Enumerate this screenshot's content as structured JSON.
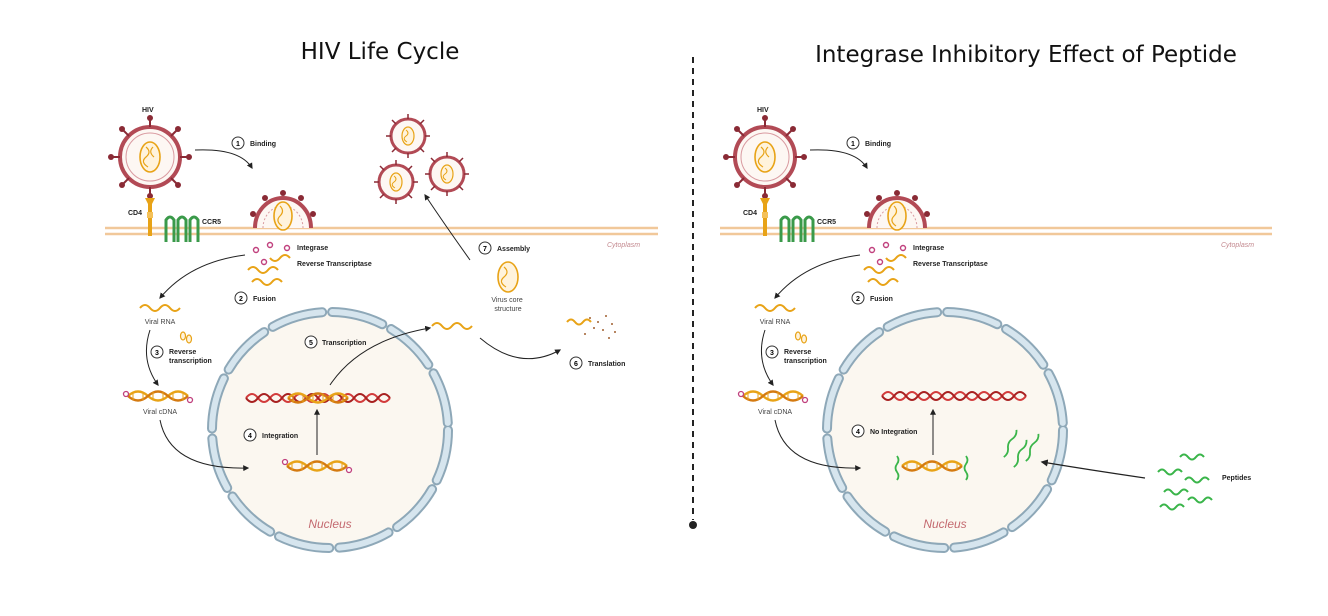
{
  "left_panel": {
    "title": "HIV Life Cycle",
    "labels": {
      "hiv": "HIV",
      "cd4": "CD4",
      "ccr5": "CCR5",
      "integrase": "Integrase",
      "reverse_transcriptase": "Reverse Transcriptase",
      "cytoplasm": "Cytoplasm",
      "viral_rna": "Viral RNA",
      "viral_cdna": "Viral cDNA",
      "nucleus": "Nucleus",
      "virus_core_structure": "Virus core structure"
    },
    "steps": [
      {
        "number": "1",
        "label": "Binding"
      },
      {
        "number": "2",
        "label": "Fusion"
      },
      {
        "number": "3",
        "label": "Reverse transcription"
      },
      {
        "number": "4",
        "label": "Integration"
      },
      {
        "number": "5",
        "label": "Transcription"
      },
      {
        "number": "6",
        "label": "Translation"
      },
      {
        "number": "7",
        "label": "Assembly"
      }
    ]
  },
  "right_panel": {
    "title": "Integrase Inhibitory Effect of Peptide",
    "labels": {
      "hiv": "HIV",
      "cd4": "CD4",
      "ccr5": "CCR5",
      "integrase": "Integrase",
      "reverse_transcriptase": "Reverse Transcriptase",
      "cytoplasm": "Cytoplasm",
      "viral_rna": "Viral RNA",
      "viral_cdna": "Viral cDNA",
      "nucleus": "Nucleus",
      "peptides": "Peptides"
    },
    "steps": [
      {
        "number": "1",
        "label": "Binding"
      },
      {
        "number": "2",
        "label": "Fusion"
      },
      {
        "number": "3",
        "label": "Reverse transcription"
      },
      {
        "number": "4",
        "label": "No Integration"
      }
    ]
  },
  "colors": {
    "virus_membrane": "#b24a55",
    "virus_spike": "#8a2a35",
    "rna": "#e8a317",
    "dna_red": "#d23b3b",
    "nucleus_fill": "#fbf7f0",
    "nuclear_envelope": "#b8cfdc",
    "peptide": "#3ab54a",
    "cell_membrane": "#f1c89a",
    "integrase_dot": "#c0407d"
  }
}
